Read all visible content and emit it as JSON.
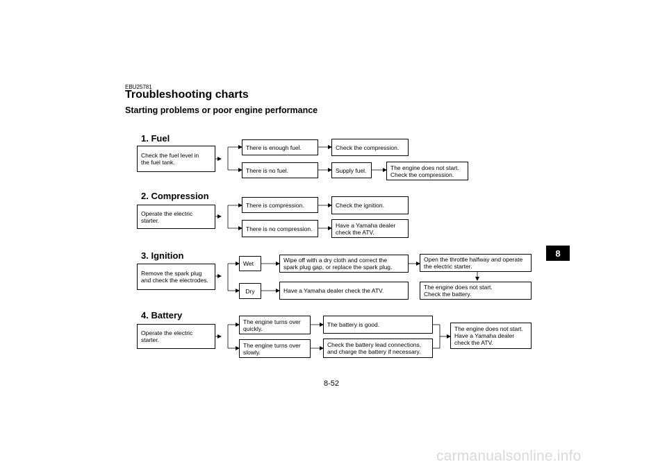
{
  "header": {
    "code": "EBU25781",
    "title": "Troubleshooting charts",
    "subtitle": "Starting problems or poor engine performance"
  },
  "sections": [
    {
      "heading": "1. Fuel",
      "boxes": {
        "start": "Check the fuel level in\nthe fuel tank.",
        "a": "There is enough fuel.",
        "a_result": "Check the compression.",
        "b": "There is no fuel.",
        "b_result": "Supply fuel.",
        "b_result2": "The engine does not start.\nCheck the compression."
      }
    },
    {
      "heading": "2. Compression",
      "boxes": {
        "start": "Operate the electric starter.",
        "a": "There is compression.",
        "a_result": "Check the ignition.",
        "b": "There is no compression.",
        "b_result": "Have a Yamaha dealer\ncheck the ATV."
      }
    },
    {
      "heading": "3. Ignition",
      "boxes": {
        "start": "Remove the spark plug\nand check the electrodes.",
        "a": "Wet",
        "a_result": "Wipe off with a dry cloth and correct the\nspark plug gap, or replace the spark plug.",
        "a_result2": "Open the throttle halfway and operate\nthe electric starter.",
        "a_result3": "The engine does not start.\nCheck the battery.",
        "b": "Dry",
        "b_result": "Have a Yamaha dealer check the ATV."
      }
    },
    {
      "heading": "4. Battery",
      "boxes": {
        "start": "Operate the electric starter.",
        "a": "The engine turns over\nquickly.",
        "a_result": "The battery is good.",
        "b": "The engine turns over\nslowly.",
        "b_result": "Check the battery lead connections,\nand charge the battery if necessary.",
        "final": "The engine does not start.\nHave a Yamaha dealer\ncheck the ATV."
      }
    }
  ],
  "chapter_tab": "8",
  "page_number": "8-52",
  "watermark": "carmanualsonline.info"
}
